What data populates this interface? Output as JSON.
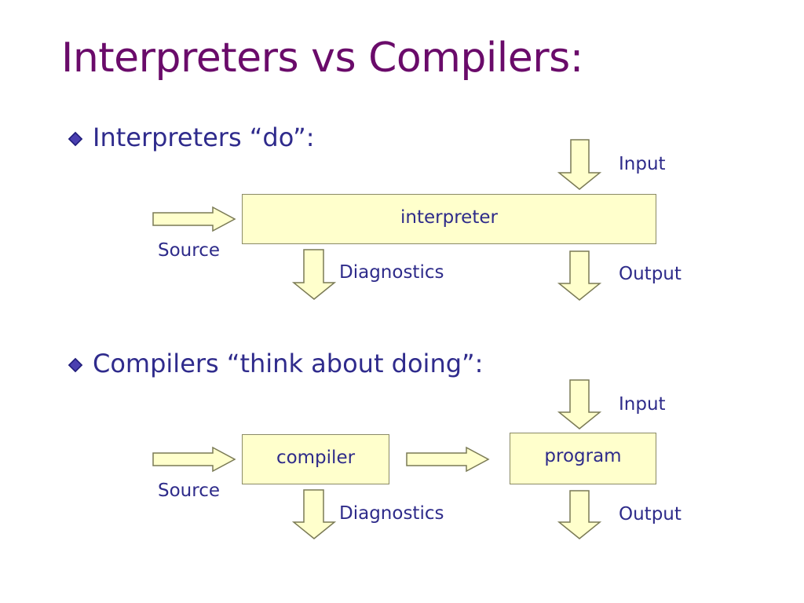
{
  "slide": {
    "title": "Interpreters vs Compilers:"
  },
  "section1": {
    "bullet": "Interpreters “do”:",
    "box": "interpreter",
    "source": "Source",
    "input": "Input",
    "diagnostics": "Diagnostics",
    "output": "Output"
  },
  "section2": {
    "bullet": "Compilers “think about doing”:",
    "compiler_box": "compiler",
    "program_box": "program",
    "source": "Source",
    "input": "Input",
    "diagnostics": "Diagnostics",
    "output": "Output"
  },
  "colors": {
    "title": "#6a0b6a",
    "text": "#2e2b8a",
    "box_fill": "#ffffcc",
    "arrow_stroke": "#8a8a66"
  }
}
